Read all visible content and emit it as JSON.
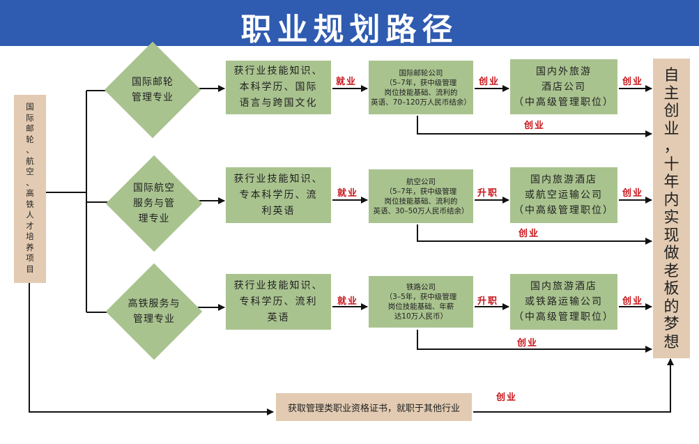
{
  "title": "职业规划路径",
  "source_box": {
    "chars": [
      "国",
      "际",
      "邮",
      "轮",
      "、",
      "航",
      "空",
      "、",
      "高",
      "铁",
      "人",
      "才",
      "培",
      "养",
      "项",
      "目"
    ]
  },
  "goal_box": {
    "chars": [
      "自",
      "主",
      "创",
      "业",
      "，",
      "十",
      "年",
      "内",
      "实",
      "现",
      "做",
      "老",
      "板",
      "的",
      "梦",
      "想"
    ]
  },
  "rows": [
    {
      "major": "国际邮轮\n管理专业",
      "skills": "获行业技能知识、\n本科学历、国际\n语言与跨国文化",
      "edge1": "就业",
      "company": "国际邮轮公司\n（5–7年，获中级管理\n岗位技能基础、流利的\n英语、70–120万人民币结余）",
      "edge2": "创业",
      "career": "国内外旅游\n酒店公司\n（中高级管理职位）",
      "edge3": "创业",
      "edge4": "创业"
    },
    {
      "major": "国际航空\n服务与管\n理专业",
      "skills": "获行业技能知识、\n专本科学历、流\n利英语",
      "edge1": "就业",
      "company": "航空公司\n（5–7年，获中级管理\n岗位技能基础、流利的\n英语、30–50万人民币结余）",
      "edge2": "升职",
      "career": "国内旅游酒店\n或航空运输公司\n（中高级管理职位）",
      "edge3": "创业",
      "edge4": "创业"
    },
    {
      "major": "高铁服务与\n管理专业",
      "skills": "获行业技能知识、\n专科学历、流利\n英语",
      "edge1": "就业",
      "company": "铁路公司\n（3–5年，获中级管理\n岗位技能基础、年薪\n达10万人民币）",
      "edge2": "升职",
      "career": "国内旅游酒店\n或铁路运输公司\n（中高级管理职位）",
      "edge3": "创业",
      "edge4": "创业"
    }
  ],
  "bottom": {
    "text": "获取管理类职业资格证书，就职于其他行业",
    "edge": "创业"
  },
  "colors": {
    "banner": "#2f5bb0",
    "box": "#a9c38f",
    "tan": "#e2cbb2",
    "edge_label": "#c8141a"
  }
}
